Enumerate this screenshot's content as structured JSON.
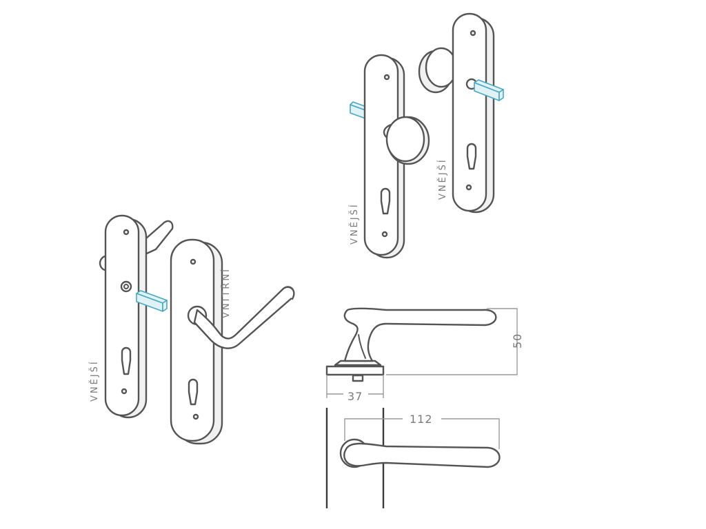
{
  "labels": {
    "outer_left": "VNĚJŠÍ",
    "inner_left": "VNITŘNÍ",
    "outer_knob": "VNĚJŠÍ",
    "outer_knob_back": "VNĚJŠÍ"
  },
  "dimensions": {
    "height": "50",
    "rosette": "37",
    "length": "112"
  },
  "colors": {
    "line": "#545454",
    "spindle_fill": "#dff3f7",
    "spindle_stroke": "#4aa6bf",
    "dimension": "#9a9a9a",
    "text": "#7a7a7a"
  },
  "icons": {
    "door_handle": "lever-handle-on-backplate",
    "door_knob": "knob-on-backplate",
    "spindle": "square-spindle"
  }
}
